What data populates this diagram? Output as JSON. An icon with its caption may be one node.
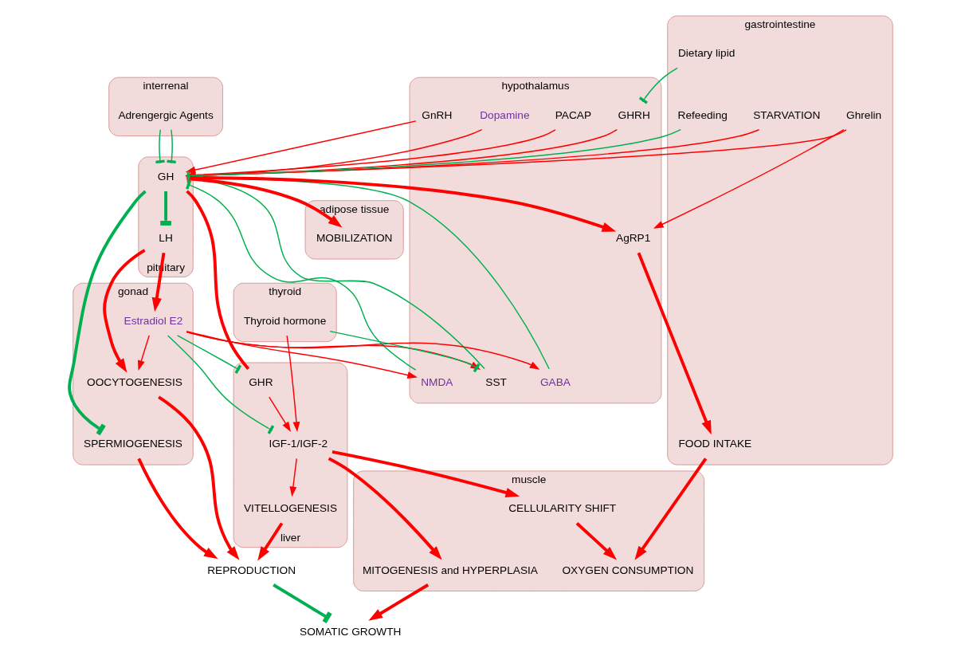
{
  "diagram": {
    "nodes": [
      {
        "text": [
          "hypothalamus"
        ]
      },
      {
        "text": [
          "AgRP1"
        ],
        "in": 0
      },
      {
        "text": [
          "GHRH"
        ],
        "in": 0
      },
      {
        "text": [
          "PACAP"
        ],
        "in": 0
      },
      {
        "text": [
          "Dopamine"
        ],
        "in": 0
      },
      {
        "text": [
          "GnRH"
        ],
        "in": 0
      },
      {
        "text": [
          "GABA"
        ],
        "in": 0
      },
      {
        "text": [
          "NMDA"
        ],
        "in": 0
      },
      {
        "text": [
          "SST"
        ],
        "in": 0
      },
      {
        "text": [
          "pituitary"
        ]
      },
      {
        "text": [
          "GH"
        ],
        "in": 9
      },
      {
        "text": [
          "LH"
        ],
        "in": 9
      },
      {
        "text": [
          "gastrointestine"
        ]
      },
      {
        "text": [
          "Ghrelin"
        ],
        "in": 12
      },
      {
        "text": [
          "Dietary lipid"
        ],
        "in": 12
      },
      {
        "text": [
          "STARVATION"
        ],
        "in": 12
      },
      {
        "text": [
          "Refeeding"
        ],
        "in": 12
      },
      {
        "text": [
          "FOOD INTAKE"
        ],
        "in": 12
      },
      {
        "text": [
          "adipose tissue"
        ]
      },
      {
        "text": [
          "MOBILIZATION"
        ],
        "in": 18
      },
      {
        "text": [
          "muscle"
        ]
      },
      {
        "text": [
          "MITOGENESIS and HYPERPLASIA"
        ],
        "in": 20
      },
      {
        "text": [
          "CELLULARITY SHIFT"
        ],
        "in": 20
      },
      {
        "text": [
          "OXYGEN CONSUMPTION"
        ],
        "in": 20
      },
      {
        "text": [
          "liver"
        ]
      },
      {
        "text": [
          "GHR"
        ],
        "in": 24
      },
      {
        "text": [
          "IGF-1/IGF-2"
        ],
        "in": 24
      },
      {
        "text": [
          "VITELLOGENESIS"
        ],
        "in": 24
      },
      {
        "text": [
          "gonad"
        ]
      },
      {
        "text": [
          "Estradiol E2"
        ],
        "in": 28
      },
      {
        "text": [
          "OOCYTOGENESIS"
        ],
        "in": 28
      },
      {
        "text": [
          "SPERMIOGENESIS"
        ],
        "in": 28
      },
      {
        "text": [
          "interrenal"
        ]
      },
      {
        "text": [
          "Adrengergic Agents"
        ],
        "in": 32
      },
      {
        "text": [
          "thyroid"
        ]
      },
      {
        "text": [
          "Thyroid hormone"
        ],
        "in": 34
      },
      {
        "text": [
          "SOMATIC GROWTH"
        ]
      },
      {
        "text": [
          "REPRODUCTION"
        ]
      }
    ],
    "edges": [
      {
        "from": 2,
        "to": 10,
        "arrow": "to"
      },
      {
        "from": 3,
        "to": 10,
        "arrow": "to"
      },
      {
        "from": 4,
        "to": 10,
        "arrow": "to"
      },
      {
        "from": 5,
        "to": 10,
        "arrow": "to"
      },
      {
        "from": 6,
        "to": 10,
        "arrow": "other",
        "color": "#00b050"
      },
      {
        "from": 7,
        "to": 10,
        "arrow": "other",
        "color": "#00b050"
      },
      {
        "from": 8,
        "to": 10,
        "arrow": "other",
        "color": "#00b050"
      },
      {
        "from": 35,
        "to": 8,
        "arrow": "other",
        "color": "#00b050"
      },
      {
        "from": 14,
        "to": 2,
        "arrow": "other",
        "color": "#00b050"
      },
      {
        "from": 10,
        "to": 1,
        "arrow": "to",
        "style": "thick"
      },
      {
        "from": 1,
        "to": 17,
        "arrow": "to",
        "style": "thick"
      },
      {
        "from": 13,
        "to": 1,
        "arrow": "to"
      },
      {
        "from": 13,
        "to": 10,
        "arrow": "to"
      },
      {
        "from": 15,
        "to": 10,
        "arrow": "to"
      },
      {
        "from": 16,
        "to": 10,
        "arrow": "other",
        "color": "#00b050"
      },
      {
        "from": 33,
        "to": 10,
        "arrow": "other",
        "color": "#00b050"
      },
      {
        "from": 33,
        "to": 10,
        "arrow": "other",
        "color": "#00b050"
      },
      {
        "from": 10,
        "to": 19,
        "arrow": "to",
        "style": "thick"
      },
      {
        "from": 10,
        "to": 25,
        "arrow": "none",
        "style": "thick"
      },
      {
        "from": 10,
        "to": 11,
        "arrow": "other",
        "style": "thick",
        "color": "#00b050"
      },
      {
        "from": 10,
        "to": 31,
        "arrow": "other",
        "style": "thick",
        "color": "#00b050"
      },
      {
        "from": 11,
        "to": 29,
        "arrow": "to",
        "style": "thick"
      },
      {
        "from": 11,
        "to": 30,
        "arrow": "to",
        "style": "thick"
      },
      {
        "from": 29,
        "to": 30,
        "arrow": "to"
      },
      {
        "from": 29,
        "to": 6,
        "arrow": "to"
      },
      {
        "from": 29,
        "to": 7,
        "arrow": "to"
      },
      {
        "from": 29,
        "to": 8,
        "arrow": "to"
      },
      {
        "from": 29,
        "to": 25,
        "arrow": "other",
        "color": "#00b050"
      },
      {
        "from": 29,
        "to": 26,
        "arrow": "other",
        "color": "#00b050"
      },
      {
        "from": 25,
        "to": 26,
        "arrow": "to"
      },
      {
        "from": 26,
        "to": 21,
        "arrow": "to",
        "style": "thick"
      },
      {
        "from": 26,
        "to": 22,
        "arrow": "to",
        "style": "thick"
      },
      {
        "from": 26,
        "to": 27,
        "arrow": "to"
      },
      {
        "from": 35,
        "to": 26,
        "arrow": "to"
      },
      {
        "from": 22,
        "to": 23,
        "arrow": "to",
        "style": "thick"
      },
      {
        "from": 17,
        "to": 23,
        "arrow": "to",
        "style": "thick"
      },
      {
        "from": 21,
        "to": 36,
        "arrow": "to",
        "style": "thick"
      },
      {
        "from": 27,
        "to": 37,
        "arrow": "to",
        "style": "thick"
      },
      {
        "from": 31,
        "to": 37,
        "arrow": "to",
        "style": "thick"
      },
      {
        "from": 30,
        "to": 37,
        "arrow": "to",
        "style": "thick"
      },
      {
        "from": 37,
        "to": 36,
        "arrow": "other",
        "style": "thick",
        "color": "#00b050"
      }
    ]
  }
}
